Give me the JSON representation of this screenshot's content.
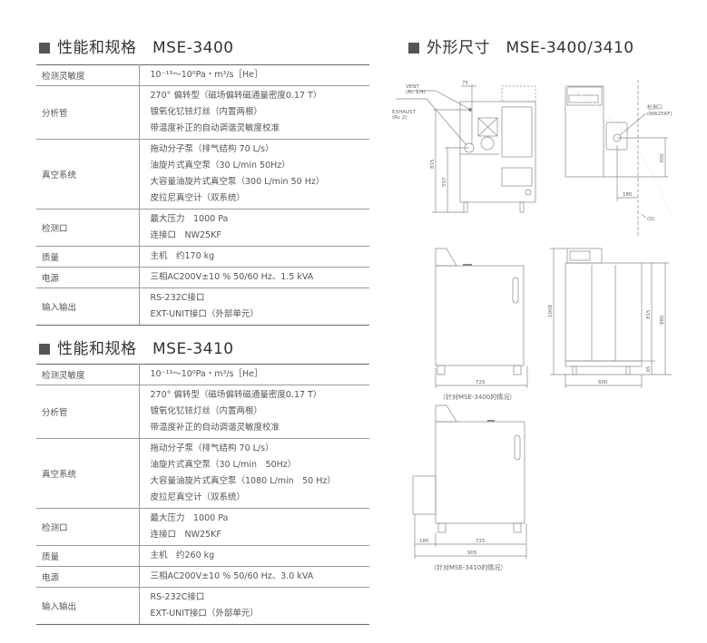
{
  "spec_3400": {
    "heading": "性能和规格　MSE-3400",
    "rows": [
      {
        "label": "检测灵敏度",
        "lines": [
          "10⁻¹³～10⁰Pa・m³/s［He］"
        ]
      },
      {
        "label": "分析管",
        "lines": [
          "270° 偏转型（磁场偏转磁通量密度0.17 T）",
          "镀氧化钇铱灯丝（内置两根）",
          "带温度补正的自动调谐灵敏度校准"
        ]
      },
      {
        "label": "真空系统",
        "lines": [
          "拖动分子泵（排气结构 70 L/s）",
          "油旋片式真空泵（30 L/min 50Hz）",
          "大容量油旋片式真空泵（300 L/min 50 Hz）",
          "皮拉尼真空计（双系统）"
        ]
      },
      {
        "label": "检测口",
        "lines": [
          "最大压力　1000 Pa",
          "连接口　NW25KF"
        ]
      },
      {
        "label": "质量",
        "lines": [
          "主机　约170 kg"
        ]
      },
      {
        "label": "电源",
        "lines": [
          "三相AC200V±10 % 50/60 Hz、1.5 kVA"
        ]
      },
      {
        "label": "输入输出",
        "lines": [
          "RS-232C接口",
          "EXT-UNIT接口（外部单元）"
        ]
      }
    ]
  },
  "spec_3410": {
    "heading": "性能和规格　MSE-3410",
    "rows": [
      {
        "label": "检测灵敏度",
        "lines": [
          "10⁻¹³～10⁰Pa・m³/s［He］"
        ]
      },
      {
        "label": "分析管",
        "lines": [
          "270° 偏转型（磁场偏转磁通量密度0.17 T）",
          "镀氧化钇铱灯丝（内置两根）",
          "带温度补正的自动调谐灵敏度校准"
        ]
      },
      {
        "label": "真空系统",
        "lines": [
          "拖动分子泵（排气结构 70 L/s）",
          "油旋片式真空泵（30 L/min　50Hz）",
          "大容量油旋片式真空泵（1080 L/min　50 Hz）",
          "皮拉尼真空计（双系统）"
        ]
      },
      {
        "label": "检测口",
        "lines": [
          "最大压力　1000 Pa",
          "连接口　NW25KF"
        ]
      },
      {
        "label": "质量",
        "lines": [
          "主机　约260 kg"
        ]
      },
      {
        "label": "电源",
        "lines": [
          "三相AC200V±10 % 50/60 Hz、3.0 kVA"
        ]
      },
      {
        "label": "输入输出",
        "lines": [
          "RS-232C接口",
          "EXT-UNIT接口（外部单元）"
        ]
      }
    ]
  },
  "dimensions": {
    "heading": "外形尺寸　MSE-3400/3410",
    "vent": "VENT",
    "vent_spec": "(Rc 1/4)",
    "exhaust": "EXHAUST",
    "exhaust_spec": "(Rc 2)",
    "d75": "75",
    "d815": "815",
    "d507": "507",
    "port": "检测口",
    "port_spec": "(NW25KF)",
    "d300": "300",
    "d180": "180",
    "marker": "(D)",
    "d725": "725",
    "d1008": "1008",
    "d815b": "815",
    "d880": "880",
    "d65": "65",
    "d600": "600",
    "caption_3400": "（针对MSE-3400的情况）",
    "d180b": "180",
    "d725b": "725",
    "d905": "905",
    "caption_3410": "（针对MSE-3410的情况）"
  }
}
